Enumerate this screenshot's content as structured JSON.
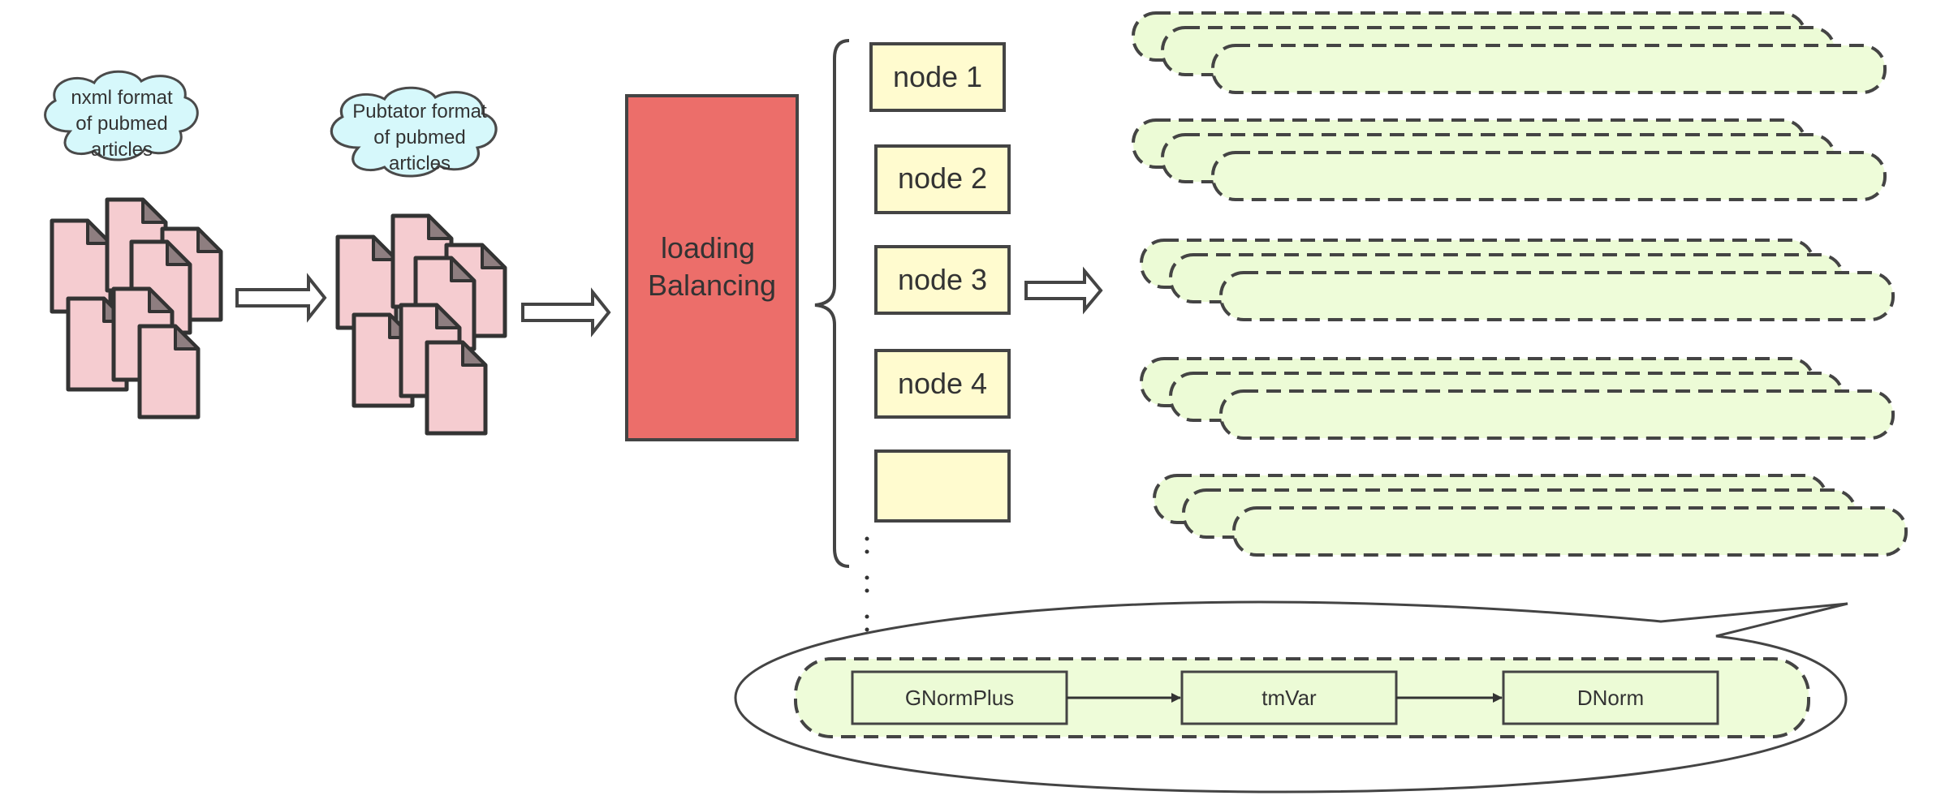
{
  "sources": [
    {
      "cloud_label": [
        "nxml format",
        "of pubmed",
        "articles"
      ]
    },
    {
      "cloud_label": [
        "Pubtator format",
        "of pubmed",
        "articles"
      ]
    }
  ],
  "balancer": {
    "label": [
      "loading",
      "Balancing"
    ],
    "color": "#ec6e6a"
  },
  "nodes": [
    "node 1",
    "node 2",
    "node 3",
    "node 4",
    ""
  ],
  "ellipsis": "⋮",
  "pipeline_tools": [
    "GNormPlus",
    "tmVar",
    "DNorm"
  ],
  "colors": {
    "document_fill": "#f5ccd0",
    "cloud_fill": "#d6f8fb",
    "node_fill": "#fffbcf",
    "pipeline_fill": "#ecfbd6",
    "pipeline_highlight": "#c9f29a"
  },
  "icons": [
    "document-stack-icon",
    "cloud-icon",
    "hollow-right-arrow-icon",
    "curly-brace-icon"
  ]
}
